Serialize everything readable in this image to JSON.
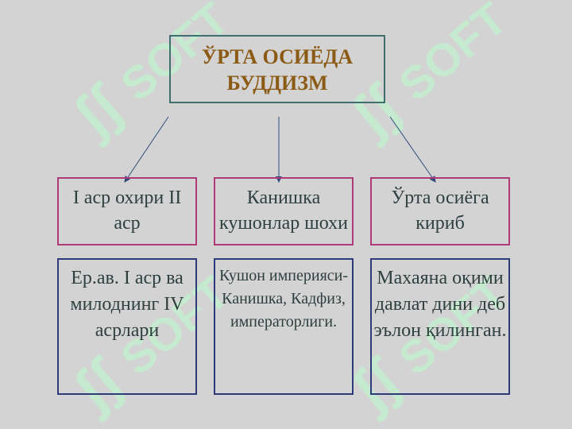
{
  "title": "ЎРТА ОСИЁДА БУДДИЗМ",
  "columns": [
    {
      "top": "I аср охири II аср",
      "bottom": "Ер.ав. I аср ва милоднинг IV асрлари"
    },
    {
      "top": "Канишка кушонлар шохи",
      "bottom": "Кушон империяси- Канишка, Кадфиз, императорлиги."
    },
    {
      "top": "Ўрта осиёга кириб",
      "bottom": "Махаяна оқими давлат дини деб эълон қилинган."
    }
  ],
  "watermark_text": "SOFT",
  "colors": {
    "background": "#d3d3d3",
    "title_text": "#8b5a14",
    "title_border": "#3f6f6f",
    "top_border": "#b03a78",
    "bottom_border": "#2e3a7a",
    "arrow": "#2e4a7a",
    "watermark": "#bfe9c9"
  }
}
